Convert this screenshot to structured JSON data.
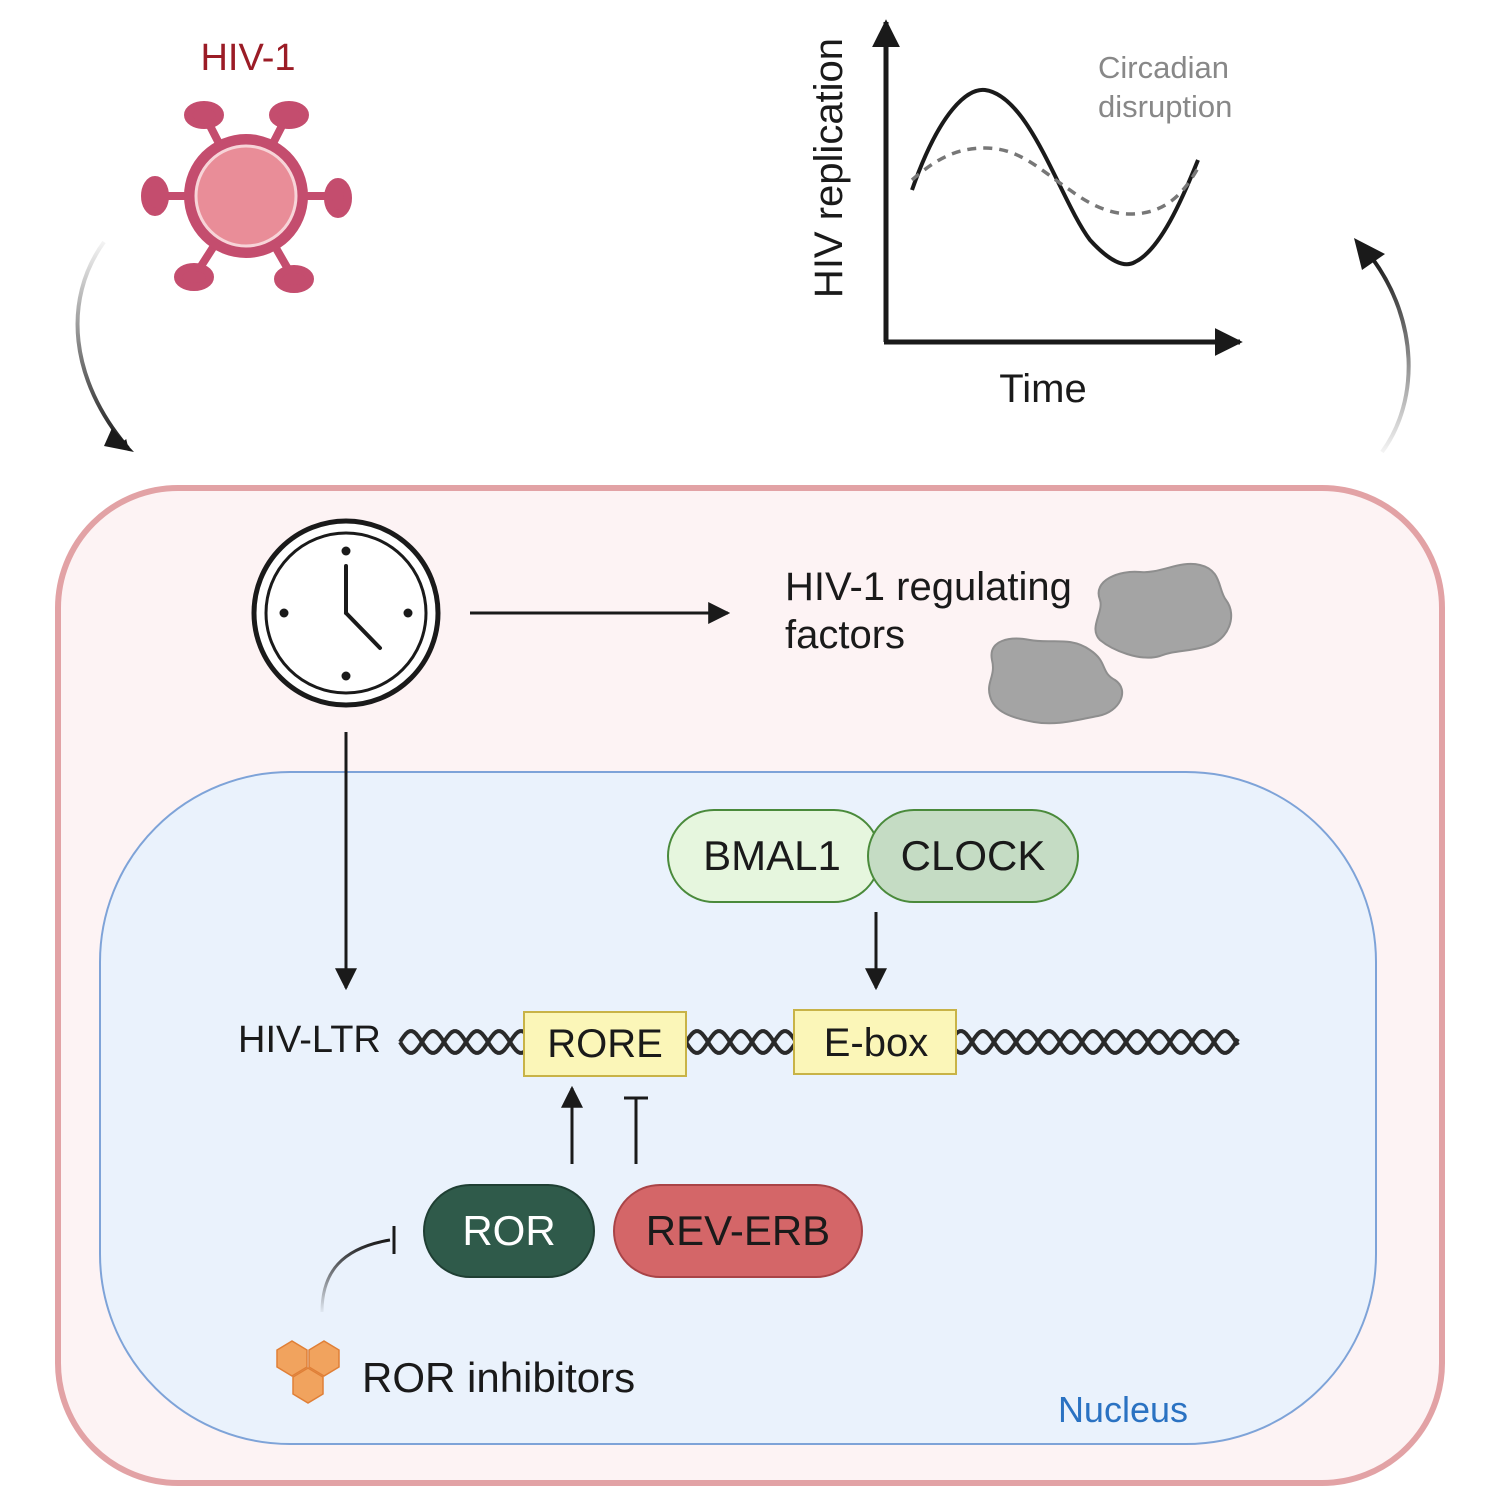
{
  "labels": {
    "virus": "HIV-1",
    "y_axis": "HIV replication",
    "x_axis": "Time",
    "disruption_line1": "Circadian",
    "disruption_line2": "disruption",
    "factors_line1": "HIV-1 regulating",
    "factors_line2": "factors",
    "bmal1": "BMAL1",
    "clock": "CLOCK",
    "hiv_ltr": "HIV-LTR",
    "rore": "RORE",
    "ebox": "E-box",
    "ror": "ROR",
    "reverb": "REV-ERB",
    "ror_inhibitors": "ROR inhibitors",
    "nucleus": "Nucleus"
  },
  "colors": {
    "virus": "#c44d6e",
    "virus_label": "#9b1c26",
    "cell_border": "#e2a2a5",
    "cell_fill": "#fdf3f4",
    "nucleus_border": "#7ea3d8",
    "nucleus_fill": "#eaf2fc",
    "nucleus_label": "#2a72c2",
    "bmal1_fill": "#e6f6de",
    "clock_fill": "#c5dcc4",
    "complex_border": "#4a8a3b",
    "box_fill": "#fbf6b8",
    "box_border": "#c8b347",
    "ror_fill": "#2f5a4a",
    "reverb_fill": "#d46668",
    "inhibitor_fill": "#f1a35e",
    "factor_blob": "#a4a4a4",
    "disruption_text": "#888888"
  }
}
